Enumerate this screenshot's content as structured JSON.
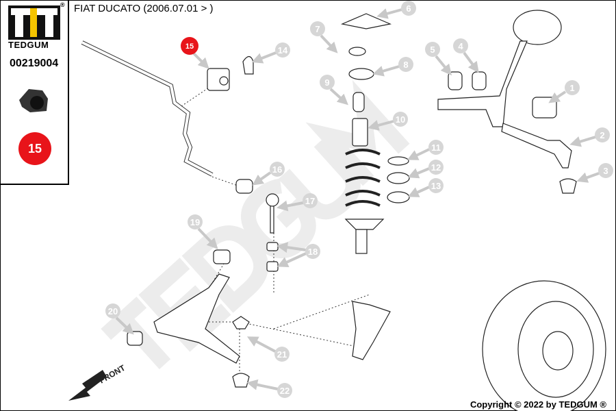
{
  "brand": {
    "name": "TEDGUM",
    "registered": "®",
    "part_number": "00219004",
    "part_position": "15",
    "accent": "#e8141a"
  },
  "title": "FIAT DUCATO (2006.07.01 > )",
  "watermark": "TEDGUM",
  "front_label": "FRONT",
  "highlighted": "15",
  "callouts": [
    "1",
    "2",
    "3",
    "4",
    "5",
    "6",
    "7",
    "8",
    "9",
    "10",
    "11",
    "12",
    "13",
    "14",
    "15",
    "16",
    "17",
    "18",
    "19",
    "20",
    "21",
    "22"
  ],
  "copyright": "Copyright © 2022 by TEDGUM ®"
}
